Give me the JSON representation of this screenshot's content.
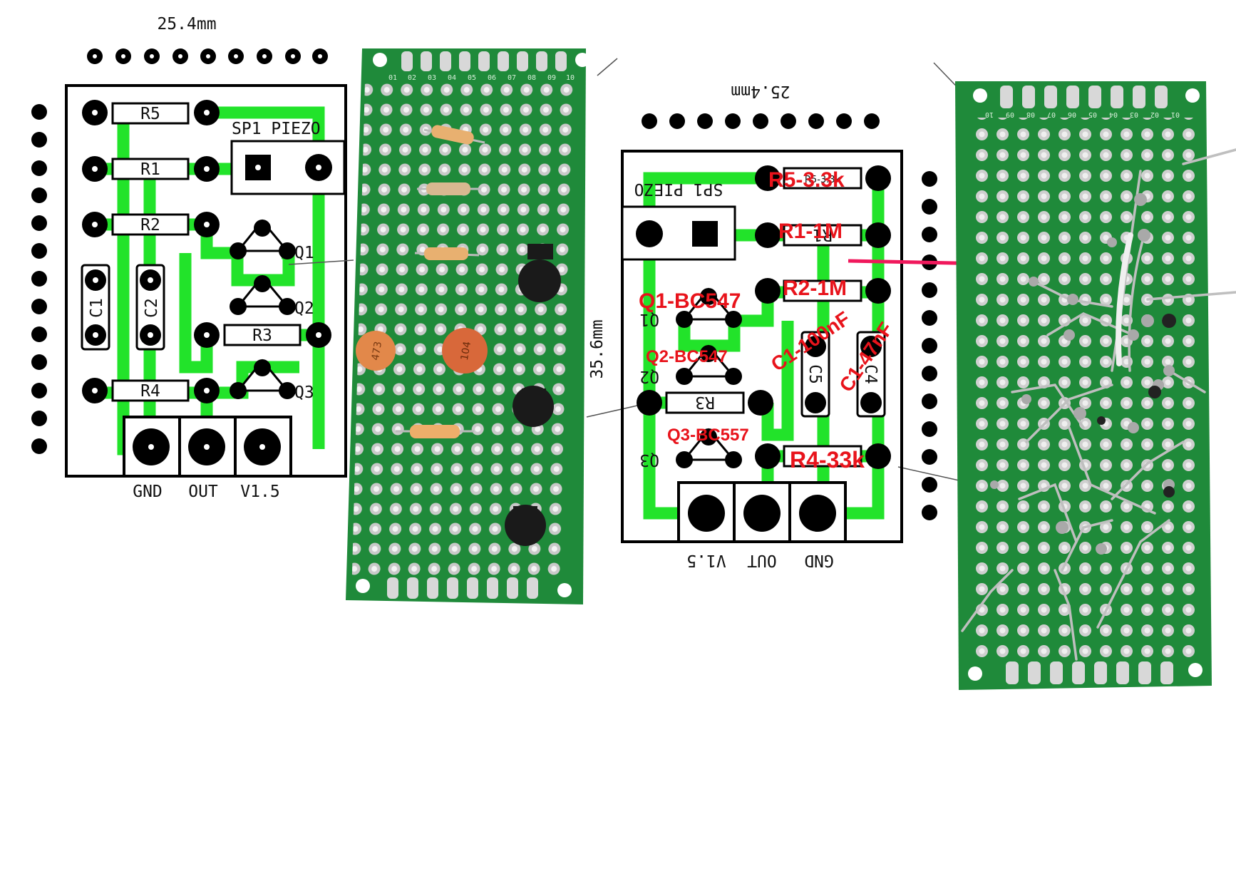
{
  "left_layout": {
    "dimension": "25.4mm",
    "resistors": [
      "R5",
      "R1",
      "R2",
      "R3",
      "R4"
    ],
    "capacitors": [
      "C1",
      "C2"
    ],
    "piezo": "SP1 PIEZO",
    "transistors": [
      "Q1",
      "Q2",
      "Q3"
    ],
    "terminals": [
      "GND",
      "OUT",
      "V1.5"
    ]
  },
  "mid_layout": {
    "dimension": "25.4mm",
    "side_dimension": "35.6mm",
    "piezo": "SP1 PIEZO",
    "silk": [
      "R5-3.3k",
      "R1",
      "R3",
      "C5",
      "C4",
      "Q1",
      "Q2",
      "Q3"
    ],
    "terminals": [
      "V1.5",
      "OUT",
      "GND"
    ]
  },
  "annotations": {
    "r5": "R5-3.3k",
    "r1": "R1-1M",
    "r2": "R2-1M",
    "q1": "Q1-BC547",
    "q2": "Q2-BC547",
    "q3": "Q3-BC557",
    "c1": "C1-100nF",
    "c2": "C1-47nF",
    "r4": "R4-33k"
  },
  "board_front": {
    "col_numbers": [
      "01",
      "02",
      "03",
      "04",
      "05",
      "06",
      "07",
      "08",
      "09",
      "10"
    ],
    "cap_labels": [
      "473",
      "104"
    ]
  },
  "board_back": {
    "col_numbers": [
      "10",
      "09",
      "08",
      "07",
      "06",
      "05",
      "04",
      "03",
      "02",
      "01"
    ]
  },
  "colors": {
    "trace": "#22e32a",
    "label_red": "#e8131b",
    "pcb_green": "#1f8a3a",
    "pad_silver": "#d8d8d8",
    "callout": "#f0185c"
  }
}
